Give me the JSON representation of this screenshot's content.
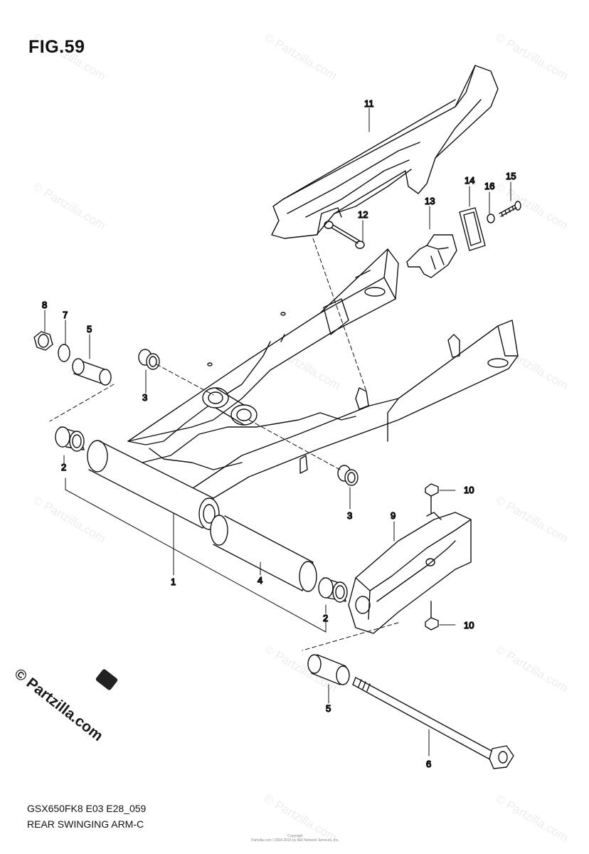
{
  "figure": {
    "title": "FIG.59",
    "model_code": "GSX650FK8 E03 E28_059",
    "section_name": "REAR SWINGING ARM-C",
    "copyright_line1": "Copyright",
    "copyright_line2": "Partzilla.com / 2004-2015 by ARI Network Services, Inc.",
    "watermark_text": "© Partzilla.com",
    "logo_text": "© Partzilla.com"
  },
  "callouts": {
    "c1": "1",
    "c2a": "2",
    "c2b": "2",
    "c3a": "3",
    "c3b": "3",
    "c4": "4",
    "c5a": "5",
    "c5b": "5",
    "c6": "6",
    "c7": "7",
    "c8": "8",
    "c9": "9",
    "c10a": "10",
    "c10b": "10",
    "c11": "11",
    "c12": "12",
    "c13": "13",
    "c14": "14",
    "c15": "15",
    "c16": "16"
  }
}
